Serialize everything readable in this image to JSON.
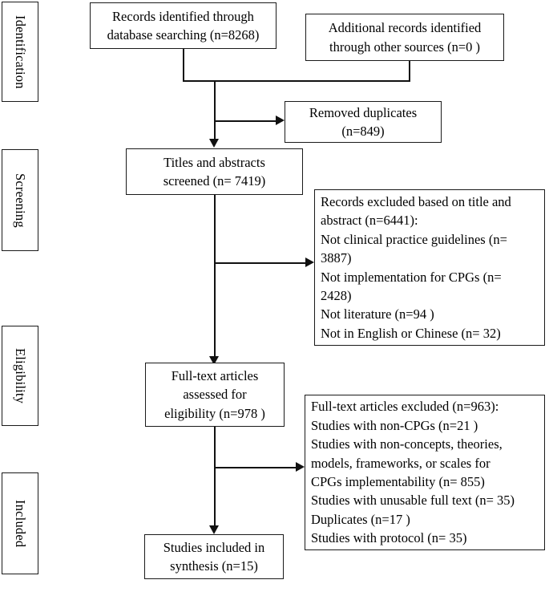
{
  "diagram": {
    "title": "PRISMA study selection flow diagram",
    "line_color": "#111111",
    "box_border_color": "#1a1a1a",
    "background": "#ffffff"
  },
  "stages": [
    {
      "label": "Identification"
    },
    {
      "label": "Screening"
    },
    {
      "label": "Eligibility"
    },
    {
      "label": "Included"
    }
  ],
  "boxes": {
    "records_identified": {
      "lines": [
        "Records identified through",
        "database searching (n=8268)"
      ]
    },
    "additional_records": {
      "lines": [
        "Additional records identified",
        "through other sources (n=0 )"
      ]
    },
    "removed_duplicates": {
      "lines": [
        "Removed duplicates",
        "(n=849)"
      ]
    },
    "titles_screened": {
      "lines": [
        "Titles and abstracts",
        "screened (n= 7419)"
      ]
    },
    "records_excluded": {
      "lines": [
        "Records excluded based on title and",
        "abstract (n=6441):",
        "Not clinical practice guidelines (n=",
        "3887)",
        "Not implementation for CPGs (n=",
        "2428)",
        "Not literature (n=94 )",
        "Not in English or Chinese (n= 32)"
      ]
    },
    "fulltext_assessed": {
      "lines": [
        "Full-text articles",
        "assessed for",
        "eligibility (n=978 )"
      ]
    },
    "fulltext_excluded": {
      "lines": [
        "Full-text articles excluded (n=963):",
        "Studies with non-CPGs (n=21 )",
        "Studies with non-concepts, theories,",
        "models, frameworks, or scales for",
        "CPGs implementability (n= 855)",
        "Studies with unusable full text (n= 35)",
        "Duplicates (n=17 )",
        "Studies with protocol (n= 35)"
      ]
    },
    "studies_included": {
      "lines": [
        "Studies included in",
        "synthesis (n=15)"
      ]
    }
  }
}
